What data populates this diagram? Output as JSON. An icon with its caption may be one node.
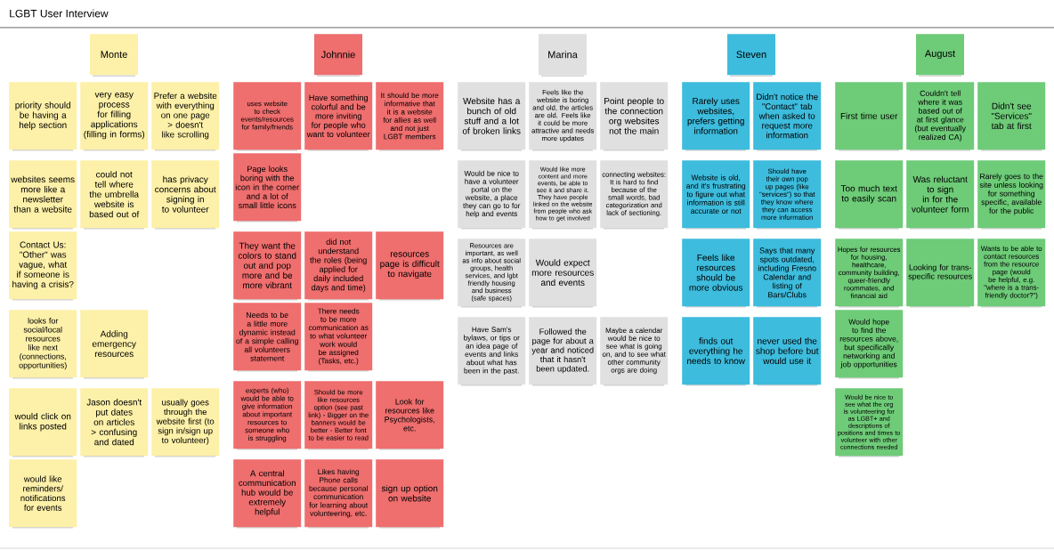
{
  "diagram": {
    "title": "LGBT User Interview",
    "nodes": [
      {
        "text": [
          "Monte"
        ]
      },
      {
        "text": [
          "Johnnie"
        ]
      },
      {
        "text": [
          "Marina"
        ]
      },
      {
        "text": [
          "Steven"
        ]
      },
      {
        "text": [
          "August"
        ]
      },
      {
        "text": [
          "priority should be having a help section"
        ]
      },
      {
        "text": [
          "very easy process for filling applications (filling in forms)"
        ]
      },
      {
        "text": [
          "Prefer a website with everything on one page > doesn't like scrolling"
        ]
      },
      {
        "text": [
          "websites seems more like a newsletter than a website"
        ]
      },
      {
        "text": [
          "could not tell where the umbrella website is based out of"
        ]
      },
      {
        "text": [
          "has privacy concerns about signing in to volunteer"
        ]
      },
      {
        "text": [
          "Contact Us: \"Other\" was vague, what if someone is having a crisis?"
        ]
      },
      {
        "text": [
          "looks for social/local resources like next (connections, opportunities)"
        ]
      },
      {
        "text": [
          "Adding emergency resources"
        ]
      },
      {
        "text": [
          "would click on links posted"
        ]
      },
      {
        "text": [
          "Jason doesn't put dates on articles > confusing and dated"
        ]
      },
      {
        "text": [
          "usually goes through the website first (to sign in/sign up to volunteer)"
        ]
      },
      {
        "text": [
          "would like reminders/ notifications for events"
        ]
      },
      {
        "text": [
          "uses website to check events/resources for family/friends"
        ]
      },
      {
        "text": [
          "Have something colorful and be more inviting for people who want to volunteer"
        ]
      },
      {
        "text": [
          "It should be more informative that it is a website for allies as well and not just LGBT members"
        ]
      },
      {
        "text": [
          "Page looks boring with the icon in the corner and a lot of small little icons"
        ]
      },
      {
        "text": [
          "They want the colors to stand out and pop more and be more vibrant"
        ]
      },
      {
        "text": [
          "did not understand the roles (being applied for daily included days and time)"
        ]
      },
      {
        "text": [
          "resources page is difficult to navigate"
        ]
      },
      {
        "text": [
          "Needs to be a little more dynamic instead of a simple calling all volunteers statement"
        ]
      },
      {
        "text": [
          "There needs to be more communication as to what volunteer work would be assigned (Tasks, etc.)"
        ]
      },
      {
        "text": [
          "experts (who) would be able to give information about important resources to someone who is struggling"
        ]
      },
      {
        "text": [
          "Should be more like resources option (see past link) - Bigger on the banners would be better - Better font to be easier to read"
        ]
      },
      {
        "text": [
          "Look for resources like Psychologists, etc."
        ]
      },
      {
        "text": [
          "A central communication hub would be extremely helpful"
        ]
      },
      {
        "text": [
          "Likes having Phone calls because personal communication for learning about volunteering, etc."
        ]
      },
      {
        "text": [
          "sign up option on website"
        ]
      },
      {
        "text": [
          "Website has a bunch of old stuff and a lot of broken links"
        ]
      },
      {
        "text": [
          "Feels like the website is boring and old, the articles are old. Feels like it could be more attractive and needs more updates"
        ]
      },
      {
        "text": [
          "Point people to the connection org websites not the main"
        ]
      },
      {
        "text": [
          "Would be nice to have a volunteer portal on the website, a place they can go to for help and events"
        ]
      },
      {
        "text": [
          "Would like more content and more events, be able to see it and share it. They have people linked on the website from people who ask how to get involved"
        ]
      },
      {
        "text": [
          "connecting websites: It is hard to find because of the small words, bad categorization and lack of sectioning."
        ]
      },
      {
        "text": [
          "Resources are important, as well as info about social groups, health services, and lgbt friendly housing and business (safe spaces)"
        ]
      },
      {
        "text": [
          "Would expect more resources and events"
        ]
      },
      {
        "text": [
          "Have Sam's bylaws, or tips or an idea page of events and links about what has been in the past."
        ]
      },
      {
        "text": [
          "Followed the page for about a year and noticed that it hasn't been updated."
        ]
      },
      {
        "text": [
          "Maybe a calendar would be nice to see what is going on, and to see what other community orgs are doing"
        ]
      },
      {
        "text": [
          "Rarely uses websites, prefers getting information"
        ]
      },
      {
        "text": [
          "Didn't notice the \"Contact\" tab when asked to request more information"
        ]
      },
      {
        "text": [
          "Website is old, and it's frustrating to figure out what information is still accurate or not"
        ]
      },
      {
        "text": [
          "Should have their own pop up pages (like \"services\") so that they know where they can access more information"
        ]
      },
      {
        "text": [
          "Feels like resources should be more obvious"
        ]
      },
      {
        "text": [
          "Says that many spots outdated, including Fresno Calendar and listing of Bars/Clubs"
        ]
      },
      {
        "text": [
          "finds out everything he needs to know"
        ]
      },
      {
        "text": [
          "never used the shop before but would use it"
        ]
      },
      {
        "text": [
          "First time user"
        ]
      },
      {
        "text": [
          "Couldn't tell where it was based out of at first glance (but eventually realized CA)"
        ]
      },
      {
        "text": [
          "Didn't see \"Services\" tab at first"
        ]
      },
      {
        "text": [
          "Too much text to easily scan"
        ]
      },
      {
        "text": [
          "Was reluctant to sign in for the volunteer form"
        ]
      },
      {
        "text": [
          "Rarely goes to the site unless looking for something specific, available for the public"
        ]
      },
      {
        "text": [
          "Hopes for resources for housing, healthcare, community building, queer-friendly roommates, and financial aid"
        ]
      },
      {
        "text": [
          "Looking for trans-specific resources"
        ]
      },
      {
        "text": [
          "Wants to be able to contact resources from the resource page (would be helpful, e.g. \"where is a trans-friendly doctor?\")"
        ]
      },
      {
        "text": [
          "Would hope to find the resources above, but specifically networking and job opportunities"
        ]
      },
      {
        "text": [
          "Would be nice to see what the org is volunteering for as LGBT+ and descriptions of positions and times to volunteer with other connections needed"
        ]
      }
    ]
  }
}
